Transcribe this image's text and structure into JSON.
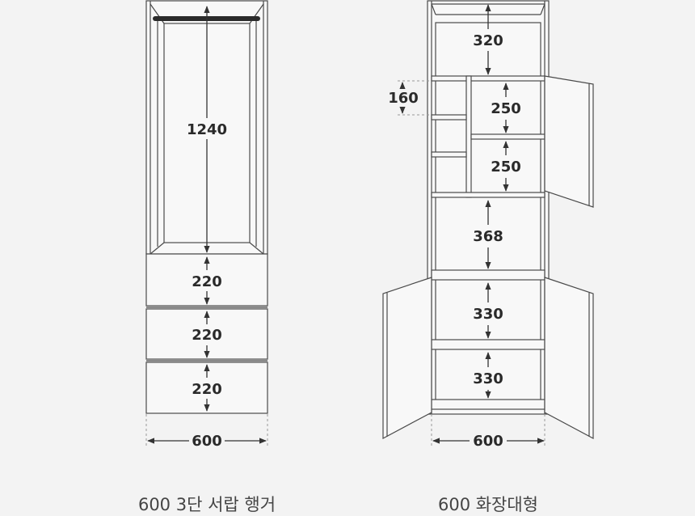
{
  "hanger": {
    "caption": "600 3단 서랍 행거",
    "dims": {
      "rod": "1240",
      "drawer1": "220",
      "drawer2": "220",
      "drawer3": "220",
      "width": "600"
    }
  },
  "vanity": {
    "caption": "600 화장대형",
    "dims": {
      "top": "320",
      "small_shelf": "160",
      "door_upper1": "250",
      "door_upper2": "250",
      "middle": "368",
      "lower1": "330",
      "lower2": "330",
      "width": "600"
    }
  },
  "colors": {
    "background": "#f3f3f3",
    "line": "#4a4a4a",
    "panel": "#f8f8f8",
    "rod": "#2b2b2b"
  }
}
